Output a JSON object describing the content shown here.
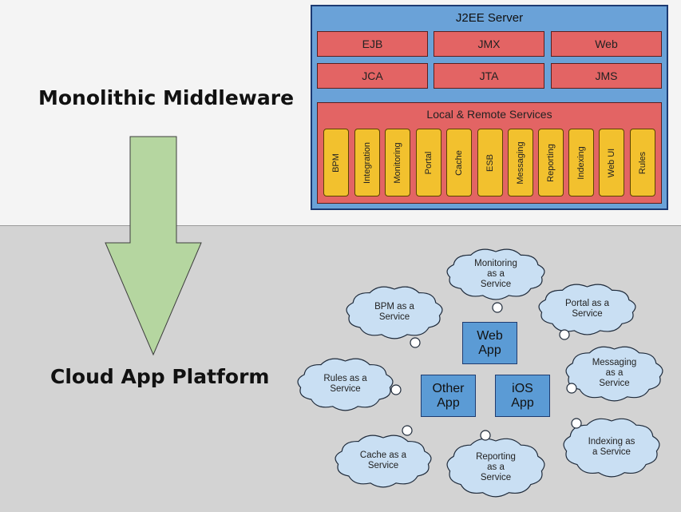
{
  "labels": {
    "monolithic": "Monolithic Middleware",
    "cloud_platform": "Cloud App Platform"
  },
  "colors": {
    "server_blue": "#6aa2d8",
    "component_red": "#e36464",
    "service_yellow": "#f2c12e",
    "arrow_green": "#b5d6a0",
    "cloud_fill": "#c9dff3",
    "app_blue": "#5b9bd5"
  },
  "j2ee": {
    "title": "J2EE Server",
    "components": [
      "EJB",
      "JMX",
      "Web",
      "JCA",
      "JTA",
      "JMS"
    ],
    "services_title": "Local & Remote Services",
    "services": [
      "BPM",
      "Integration",
      "Monitoring",
      "Portal",
      "Cache",
      "ESB",
      "Messaging",
      "Reporting",
      "Indexing",
      "Web UI",
      "Rules"
    ]
  },
  "apps": {
    "web": "Web\nApp",
    "other": "Other\nApp",
    "ios": "iOS\nApp"
  },
  "clouds": {
    "monitoring": "Monitoring\nas a\nService",
    "bpm": "BPM as a\nService",
    "portal": "Portal as a\nService",
    "messaging": "Messaging\nas a\nService",
    "rules": "Rules as a\nService",
    "indexing": "Indexing as\na Service",
    "cache": "Cache as a\nService",
    "reporting": "Reporting\nas a\nService"
  }
}
